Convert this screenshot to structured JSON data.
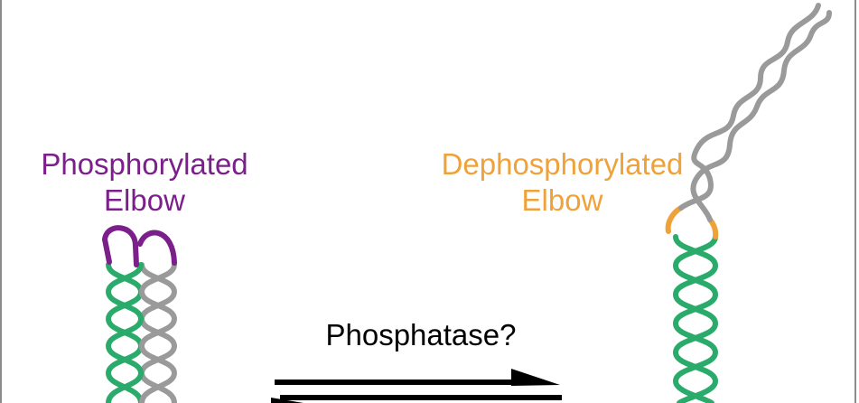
{
  "left_state": {
    "line1": "Phosphorylated",
    "line2": "Elbow",
    "color": "#7b1f8a"
  },
  "right_state": {
    "line1": "Dephosphorylated",
    "line2": "Elbow",
    "color": "#f0a23a"
  },
  "reaction": {
    "enzyme": "Phosphatase?"
  },
  "colors": {
    "helix_green": "#2bab6b",
    "helix_gray": "#9a9a9a",
    "elbow_purple": "#7b1f8a",
    "elbow_orange": "#f0a23a",
    "arrow": "#000000",
    "frame": "#666666"
  }
}
